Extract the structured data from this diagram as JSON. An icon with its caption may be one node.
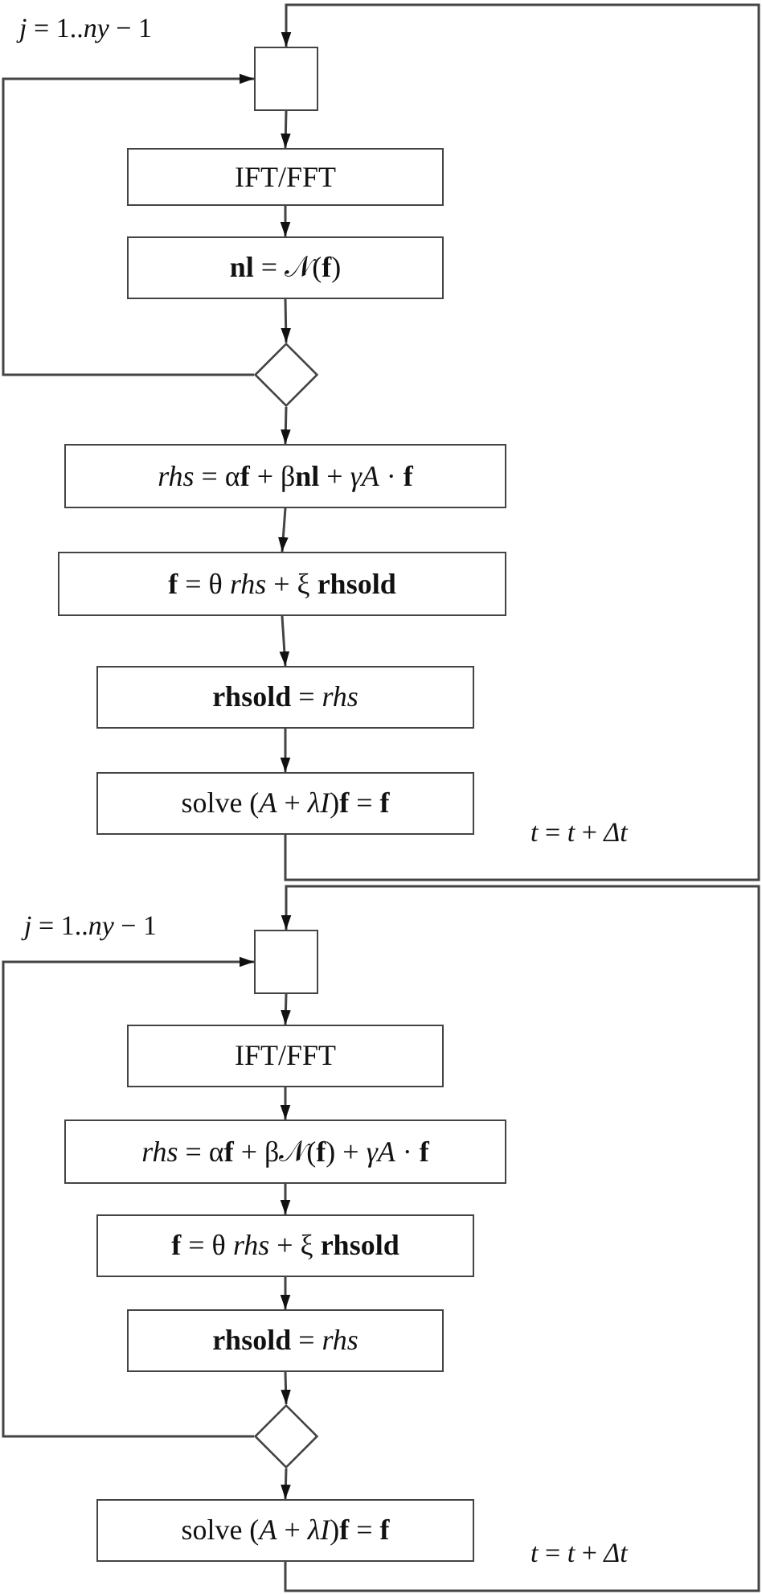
{
  "diagram": {
    "nodes": [
      {
        "text": [],
        "shape": "box"
      },
      {
        "text": [
          "IFT/FFT"
        ]
      },
      {
        "text": [
          "**nl** = 𝒩(**f**)"
        ]
      },
      {
        "text": [],
        "shape": "diamond"
      },
      {
        "text": [
          "*rhs* = α**f** + β**nl** + *γA* · **f**"
        ]
      },
      {
        "text": [
          "**f** = θ *rhs* + ξ **rhsold**"
        ]
      },
      {
        "text": [
          "**rhsold** = *rhs*"
        ]
      },
      {
        "text": [
          "solve (*A* + *λI*)**f** = **f**"
        ]
      },
      {
        "text": [],
        "shape": "box"
      },
      {
        "text": [
          "IFT/FFT"
        ]
      },
      {
        "text": [
          "*rhs* = α**f** + β𝒩(**f**) + *γA* · **f**"
        ]
      },
      {
        "text": [
          "**f** = θ *rhs* + ξ **rhsold**"
        ]
      },
      {
        "text": [
          "**rhsold** = *rhs*"
        ]
      },
      {
        "text": [],
        "shape": "diamond"
      },
      {
        "text": [
          "solve (*A* + *λI*)**f** = **f**"
        ]
      }
    ],
    "edges": [
      {
        "from": 0,
        "to": 1,
        "arrow": "to"
      },
      {
        "from": 1,
        "to": 2,
        "arrow": "to"
      },
      {
        "from": 2,
        "to": 3,
        "arrow": "to"
      },
      {
        "from": 3,
        "to": 0,
        "arrow": "to"
      },
      {
        "from": 3,
        "to": 4,
        "arrow": "to"
      },
      {
        "from": 4,
        "to": 5,
        "arrow": "to"
      },
      {
        "from": 5,
        "to": 6,
        "arrow": "to"
      },
      {
        "from": 6,
        "to": 7,
        "arrow": "to"
      },
      {
        "from": 7,
        "to": 0,
        "arrow": "to"
      },
      {
        "from": 8,
        "to": 9,
        "arrow": "to"
      },
      {
        "from": 9,
        "to": 10,
        "arrow": "to"
      },
      {
        "from": 10,
        "to": 11,
        "arrow": "to"
      },
      {
        "from": 11,
        "to": 12,
        "arrow": "to"
      },
      {
        "from": 12,
        "to": 13,
        "arrow": "to"
      },
      {
        "from": 13,
        "to": 8,
        "arrow": "to"
      },
      {
        "from": 13,
        "to": 14,
        "arrow": "to"
      },
      {
        "from": 14,
        "to": 8,
        "arrow": "to"
      }
    ],
    "labels": [
      "*j* = 1..*ny* − 1",
      "*t* = *t* + *Δt*",
      "*j* = 1..*ny* − 1",
      "*t* = *t* + *Δt*"
    ]
  }
}
